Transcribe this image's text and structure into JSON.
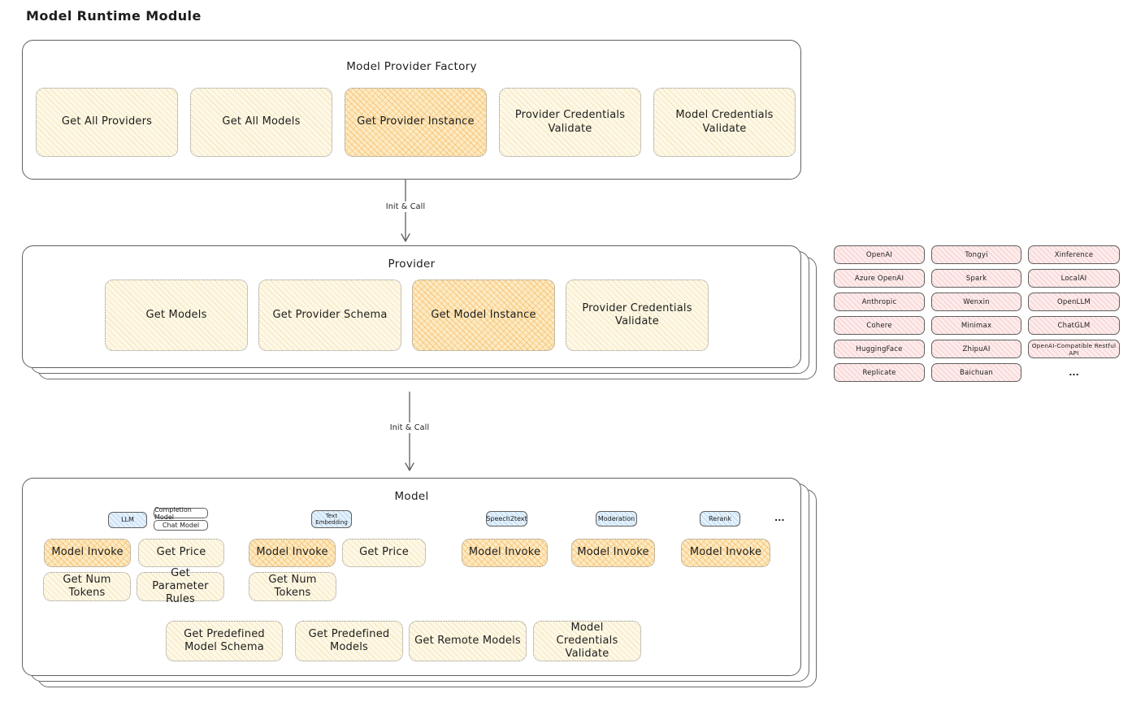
{
  "page": {
    "title": "Model Runtime Module"
  },
  "arrows": {
    "init_call_1": "Init & Call",
    "init_call_2": "Init & Call"
  },
  "factory": {
    "title": "Model Provider Factory",
    "boxes": [
      "Get All Providers",
      "Get All Models",
      "Get Provider Instance",
      "Provider Credentials Validate",
      "Model Credentials Validate"
    ]
  },
  "provider": {
    "title": "Provider",
    "boxes": [
      "Get Models",
      "Get Provider Schema",
      "Get Model Instance",
      "Provider Credentials Validate"
    ]
  },
  "providers": {
    "items": [
      "OpenAI",
      "Tongyi",
      "Xinference",
      "Azure OpenAI",
      "Spark",
      "LocalAI",
      "Anthropic",
      "Wenxin",
      "OpenLLM",
      "Cohere",
      "Minimax",
      "ChatGLM",
      "HuggingFace",
      "ZhipuAI",
      "OpenAI-Compatible Restful API",
      "Replicate",
      "Baichuan"
    ],
    "more": "..."
  },
  "model": {
    "title": "Model",
    "tags": {
      "llm": "LLM",
      "completion_model": "Completion Model",
      "chat_model": "Chat Model",
      "text_embedding": "Text Embedding",
      "speech2text": "Speech2text",
      "moderation": "Moderation",
      "rerank": "Rerank",
      "more": "..."
    },
    "functions": {
      "llm": [
        "Model Invoke",
        "Get Price",
        "Get Num Tokens",
        "Get Parameter Rules"
      ],
      "text_embedding": [
        "Model Invoke",
        "Get Price",
        "Get Num Tokens"
      ],
      "speech2text": [
        "Model Invoke"
      ],
      "moderation": [
        "Model Invoke"
      ],
      "rerank": [
        "Model Invoke"
      ]
    },
    "common": [
      "Get Predefined Model Schema",
      "Get Predefined Models",
      "Get Remote Models",
      "Model Credentials Validate"
    ]
  },
  "colors": {
    "highlight_orange": "#f5b860",
    "node_yellow": "#fdf8e7",
    "provider_pink": "#fdecec",
    "type_blue": "#e4f1fc"
  }
}
